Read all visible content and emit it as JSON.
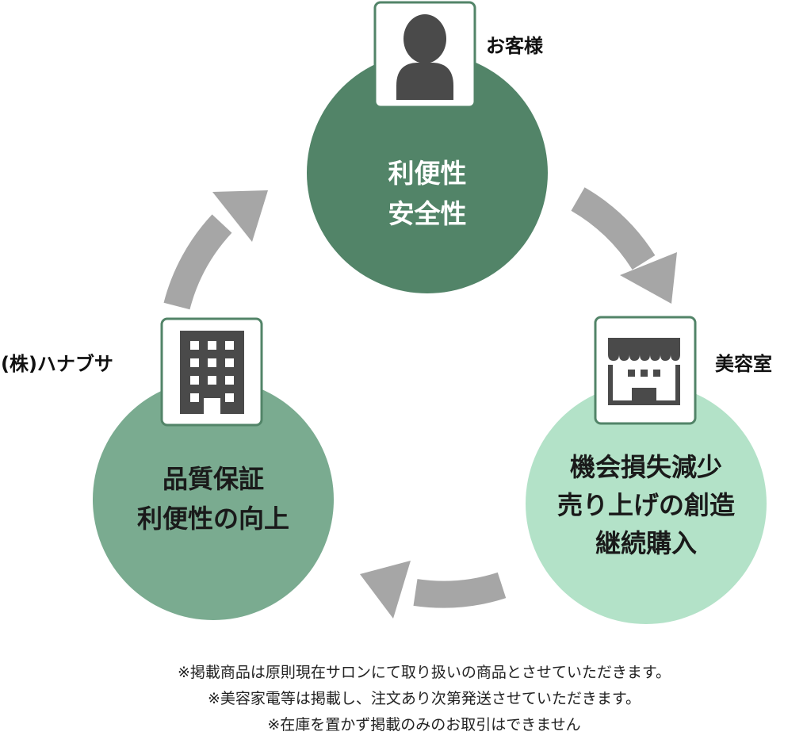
{
  "colors": {
    "circle_customer": "#528468",
    "circle_company": "#7aab90",
    "circle_salon": "#b3e2c8",
    "icon_border": "#528468",
    "icon_fill": "#4a4a4a",
    "arrow": "#a6a6a6",
    "text_on_dark": "#ffffff",
    "text_on_light": "#1a1a1a"
  },
  "nodes": {
    "customer": {
      "label": "お客様",
      "icon": "person-icon",
      "lines": [
        "利便性",
        "安全性"
      ]
    },
    "salon": {
      "label": "美容室",
      "icon": "storefront-icon",
      "lines": [
        "機会損失減少",
        "売り上げの創造",
        "継続購入"
      ]
    },
    "company": {
      "label": "(株)ハナブサ",
      "icon": "office-building-icon",
      "lines": [
        "品質保証",
        "利便性の向上"
      ]
    }
  },
  "footnotes": [
    "※掲載商品は原則現在サロンにて取り扱いの商品とさせていただきます。",
    "※美容家電等は掲載し、注文あり次第発送させていただきます。",
    "※在庫を置かず掲載のみのお取引はできません"
  ]
}
